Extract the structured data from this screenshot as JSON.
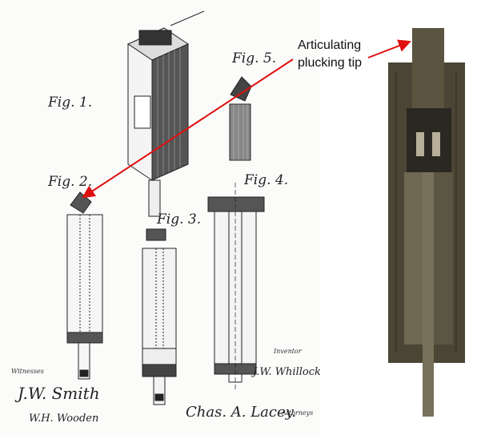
{
  "annotation": {
    "line1": "Articulating",
    "line2": "plucking tip",
    "arrow_color": "#e01010"
  },
  "patent": {
    "fig1_label": "Fig. 1.",
    "fig2_label": "Fig. 2.",
    "fig3_label": "Fig. 3.",
    "fig4_label": "Fig. 4.",
    "fig5_label": "Fig. 5.",
    "inventor_name": "J.W. Whillock",
    "inventor_caption": "Inventor",
    "attorneys_caption": "Attorneys",
    "attorney_signature": "Chas. A. Lacey.",
    "witness_caption": "Witnesses",
    "witness_1": "J.W. Smith",
    "witness_2": "W.H. Wooden"
  }
}
